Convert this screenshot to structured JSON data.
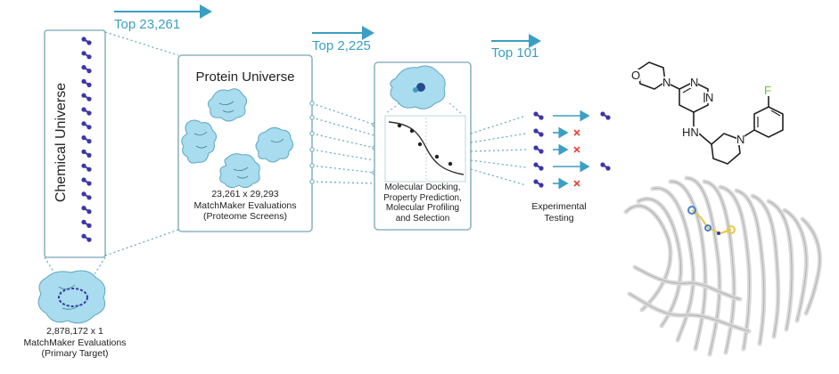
{
  "funnel": {
    "top1": "Top 23,261",
    "top2": "Top 2,225",
    "top3": "Top 101"
  },
  "chemical_universe": {
    "label": "Chemical Universe"
  },
  "primary_target": {
    "caption_line1": "2,878,172 x 1",
    "caption_line2": "MatchMaker Evaluations",
    "caption_line3": "(Primary Target)"
  },
  "protein_universe": {
    "title": "Protein Universe",
    "caption_line1": "23,261 x 29,293",
    "caption_line2": "MatchMaker Evaluations",
    "caption_line3": "(Proteome Screens)"
  },
  "docking": {
    "caption_line1": "Molecular Docking,",
    "caption_line2": "Property Prediction,",
    "caption_line3": "Molecular Profiling",
    "caption_line4": "and Selection"
  },
  "testing": {
    "caption_line1": "Experimental",
    "caption_line2": "Testing",
    "outcomes": [
      "pass",
      "fail",
      "fail",
      "pass",
      "fail"
    ]
  },
  "molecule": {
    "atom_n1": "N",
    "atom_o": "O",
    "atom_n2": "N",
    "atom_n3": "N",
    "atom_hn": "HN",
    "atom_n4": "N",
    "atom_f": "F"
  },
  "colors": {
    "accent": "#3a9fc4",
    "molecule_dot": "#3b36a8",
    "protein_fill": "#a8dcee",
    "protein_stroke": "#5fa7c2",
    "box_border": "#8fb4c4",
    "fail_x": "#e0463a",
    "ribbon": "#d9d9d9"
  }
}
